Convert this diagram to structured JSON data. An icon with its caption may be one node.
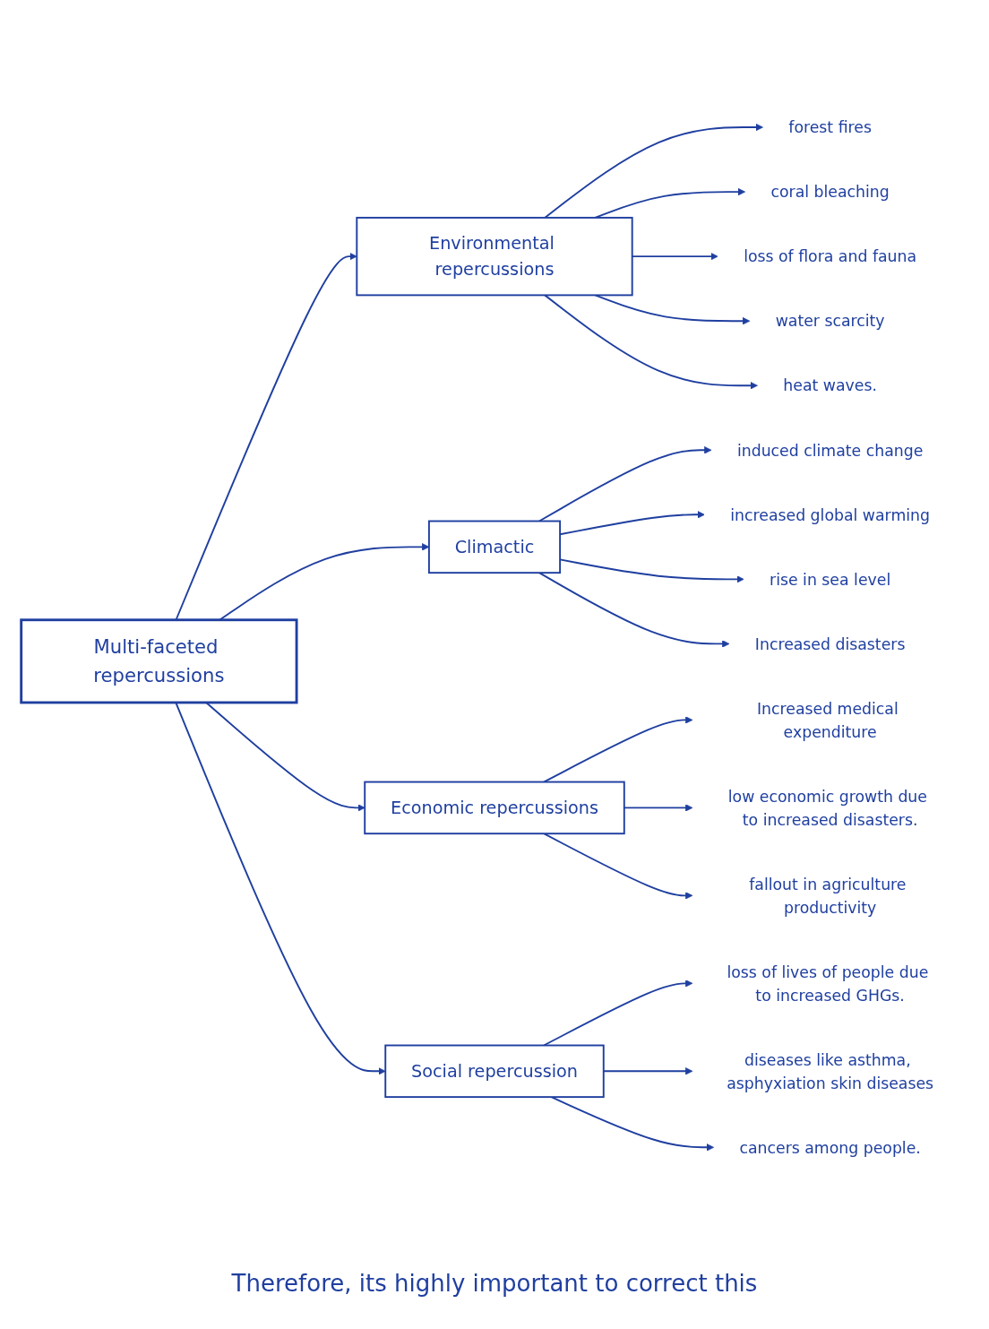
{
  "diagram": {
    "nodes": [
      {
        "text": [
          "Environmental repercussions"
        ]
      },
      {
        "text": [
          "forest fires"
        ]
      },
      {
        "text": [
          "coral bleaching"
        ]
      },
      {
        "text": [
          "loss of flora and fauna"
        ]
      },
      {
        "text": [
          "water scarcity"
        ]
      },
      {
        "text": [
          "heat waves."
        ]
      },
      {
        "text": [
          "Climactic"
        ]
      },
      {
        "text": [
          "induced climate change"
        ]
      },
      {
        "text": [
          "increased global warming"
        ]
      },
      {
        "text": [
          "rise in sea level"
        ]
      },
      {
        "text": [
          "Increased disasters"
        ]
      },
      {
        "text": [
          "Multi-faceted repercussions"
        ]
      },
      {
        "text": [
          "Economic repercussions"
        ]
      },
      {
        "text": [
          "Increased medical expenditure"
        ]
      },
      {
        "text": [
          "low economic growth due to increased disasters."
        ]
      },
      {
        "text": [
          "fallout in agriculture productivity"
        ]
      },
      {
        "text": [
          "Social repercussion"
        ]
      },
      {
        "text": [
          "loss of lives of people due to increased GHGs."
        ]
      },
      {
        "text": [
          "diseases like asthma, asphyxiation skin diseases"
        ]
      },
      {
        "text": [
          "cancers among people."
        ]
      }
    ],
    "edges": [
      {
        "from": 11,
        "to": 0,
        "arrow": "to"
      },
      {
        "from": 11,
        "to": 6,
        "arrow": "to"
      },
      {
        "from": 11,
        "to": 12,
        "arrow": "to"
      },
      {
        "from": 11,
        "to": 16,
        "arrow": "to"
      },
      {
        "from": 0,
        "to": 1,
        "arrow": "to"
      },
      {
        "from": 0,
        "to": 2,
        "arrow": "to"
      },
      {
        "from": 0,
        "to": 3,
        "arrow": "to"
      },
      {
        "from": 0,
        "to": 4,
        "arrow": "to"
      },
      {
        "from": 0,
        "to": 5,
        "arrow": "to"
      },
      {
        "from": 6,
        "to": 7,
        "arrow": "to"
      },
      {
        "from": 6,
        "to": 8,
        "arrow": "to"
      },
      {
        "from": 6,
        "to": 9,
        "arrow": "to"
      },
      {
        "from": 6,
        "to": 10,
        "arrow": "to"
      },
      {
        "from": 12,
        "to": 13,
        "arrow": "to"
      },
      {
        "from": 12,
        "to": 14,
        "arrow": "to"
      },
      {
        "from": 12,
        "to": 15,
        "arrow": "to"
      },
      {
        "from": 16,
        "to": 17,
        "arrow": "to"
      },
      {
        "from": 16,
        "to": 18,
        "arrow": "to"
      },
      {
        "from": 16,
        "to": 19,
        "arrow": "to"
      }
    ],
    "labels": [
      "Therefore, its highly important to correct this"
    ]
  }
}
